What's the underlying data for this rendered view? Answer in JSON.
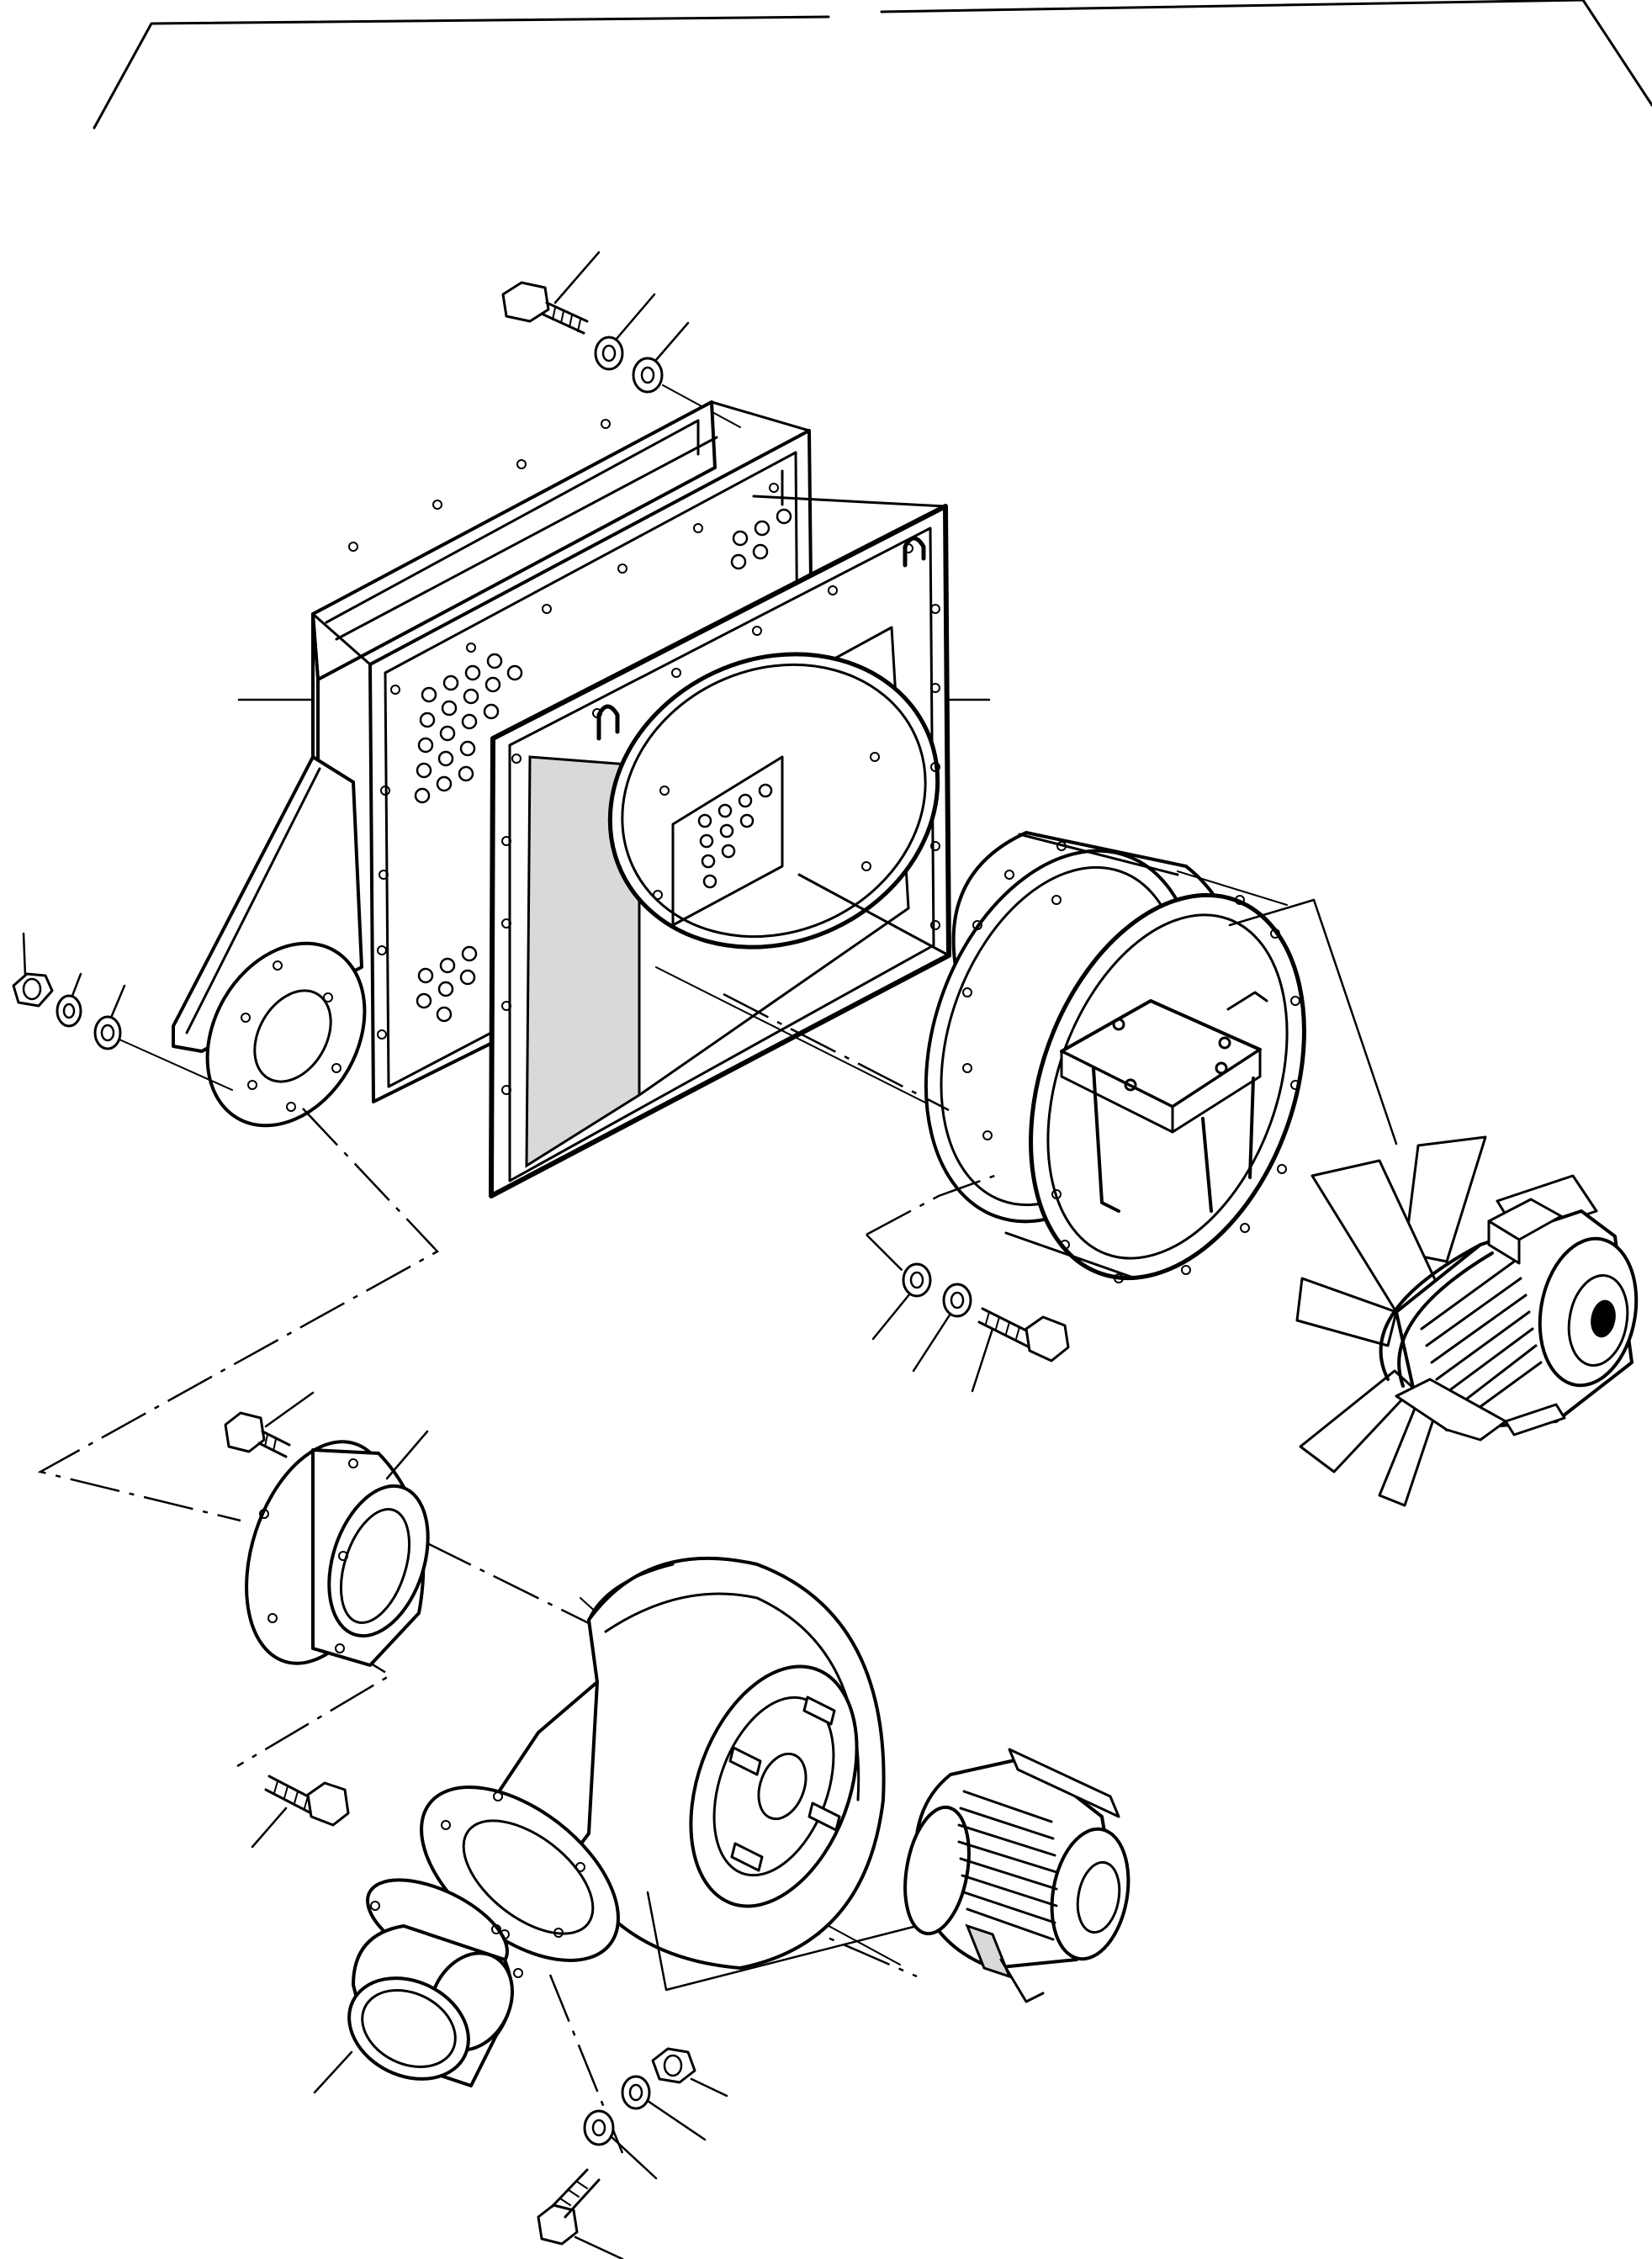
{
  "figure": {
    "kind": "exploded-parts-diagram",
    "colors": {
      "line": "#000000",
      "background": "#ffffff",
      "shading": "#d9d9d9"
    }
  },
  "parts": [
    {
      "name": "hex-bolt-top"
    },
    {
      "name": "spring-washer-top"
    },
    {
      "name": "flat-washer-top"
    },
    {
      "name": "filter-housing-rear"
    },
    {
      "name": "filter-frame-front"
    },
    {
      "name": "hex-nut-left"
    },
    {
      "name": "spring-washer-left"
    },
    {
      "name": "flat-washer-left"
    },
    {
      "name": "duct-arm-with-flange"
    },
    {
      "name": "axial-fan-shroud"
    },
    {
      "name": "axial-fan-motor"
    },
    {
      "name": "washer-right-1"
    },
    {
      "name": "washer-right-2"
    },
    {
      "name": "hex-bolt-right"
    },
    {
      "name": "hex-bolt-mid"
    },
    {
      "name": "flange-adapter"
    },
    {
      "name": "hex-bolt-lower"
    },
    {
      "name": "centrifugal-blower-housing"
    },
    {
      "name": "blower-motor"
    },
    {
      "name": "outlet-sleeve"
    },
    {
      "name": "hex-nut-bottom"
    },
    {
      "name": "spring-washer-bottom"
    },
    {
      "name": "flat-washer-bottom"
    },
    {
      "name": "hex-bolt-bottom"
    }
  ]
}
